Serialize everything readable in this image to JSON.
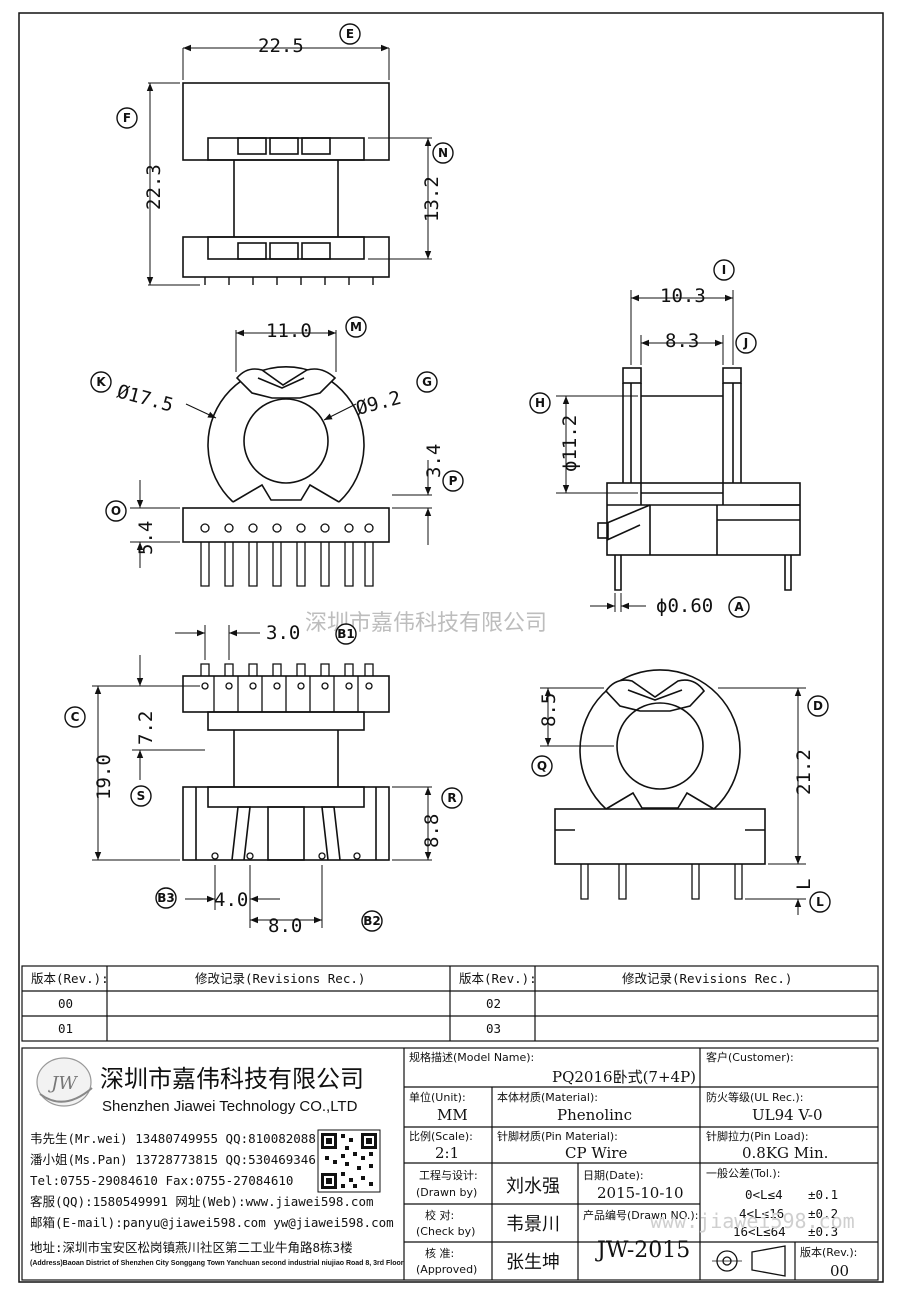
{
  "views": {
    "front": {
      "width": "22.5",
      "height": "22.3",
      "inner": "13.2",
      "callouts": {
        "width": "E",
        "height": "F",
        "inner": "N"
      }
    },
    "end": {
      "width": "11.0",
      "outer_dia": "Ø17.5",
      "inner_dia": "Ø9.2",
      "h1": "3.4",
      "h2": "5.4",
      "callouts": {
        "width": "M",
        "outer": "K",
        "inner": "G",
        "h1": "P",
        "h2": "O"
      }
    },
    "side": {
      "outer": "10.3",
      "inner": "8.3",
      "dia": "ϕ11.2",
      "pin": "ϕ0.60",
      "callouts": {
        "outer": "I",
        "inner": "J",
        "dia": "H",
        "pin": "A"
      }
    },
    "bottom": {
      "pitch": "3.0",
      "c1": "7.2",
      "overall": "19.0",
      "c2": "8.8",
      "b3": "4.0",
      "b2": "8.0",
      "callouts": {
        "pitch": "B1",
        "overall": "C",
        "c1": "S",
        "c2": "R",
        "b3": "B3",
        "b2": "B2"
      }
    },
    "end2": {
      "top": "8.5",
      "height": "21.2",
      "pin": "L",
      "callouts": {
        "top": "Q",
        "height": "D",
        "pin": "L"
      }
    }
  },
  "watermark": "深圳市嘉伟科技有限公司",
  "revisions": {
    "headers": {
      "rev": "版本(Rev.):",
      "rec": "修改记录(Revisions Rec.)"
    },
    "rows": [
      [
        "00",
        "",
        "02",
        ""
      ],
      [
        "01",
        "",
        "03",
        ""
      ]
    ]
  },
  "company": {
    "logo_text": "JW",
    "name_cn": "深圳市嘉伟科技有限公司",
    "name_en": "Shenzhen Jiawei Technology CO.,LTD",
    "contacts": [
      "韦先生(Mr.wei) 13480749955 QQ:810082088",
      "潘小姐(Ms.Pan) 13728773815 QQ:530469346",
      "Tel:0755-29084610      Fax:0755-27084610",
      "客服(QQ):1580549991   网址(Web):www.jiawei598.com",
      "邮箱(E-mail):panyu@jiawei598.com  yw@jiawei598.com"
    ],
    "address_cn": "地址:深圳市宝安区松岗镇燕川社区第二工业牛角路8栋3楼",
    "address_en": "(Address)Baoan District of Shenzhen City Songgang Town Yanchuan  second industrial niujiao Road 8, 3rd Floor"
  },
  "specs": {
    "model_label": "规格描述(Model Name):",
    "model": "PQ2016卧式(7+4P)",
    "customer_label": "客户(Customer):",
    "customer": "",
    "unit_label": "单位(Unit):",
    "unit": "MM",
    "material_label": "本体材质(Material):",
    "material": "Phenolinc",
    "ul_label": "防火等级(UL Rec.):",
    "ul": "UL94 V-0",
    "scale_label": "比例(Scale):",
    "scale": "2:1",
    "pin_material_label": "针脚材质(Pin Material):",
    "pin_material": "CP Wire",
    "pin_load_label": "针脚拉力(Pin Load):",
    "pin_load": "0.8KG Min.",
    "drawn_label": "工程与设计:",
    "drawn_label_en": "(Drawn by)",
    "drawn": "刘水强",
    "date_label": "日期(Date):",
    "date": "2015-10-10",
    "tol_label": "一般公差(Tol.):",
    "tol": [
      [
        "0<L≤4",
        "±0.1"
      ],
      [
        "4<L≤16",
        "±0.2"
      ],
      [
        "16<L≤64",
        "±0.3"
      ]
    ],
    "check_label": "校  对:",
    "check_label_en": "(Check by)",
    "check": "韦景川",
    "drawn_no_label": "产品编号(Drawn NO.):",
    "drawn_no": "JW-2015",
    "approved_label": "核  准:",
    "approved_label_en": "(Approved)",
    "approved": "张生坤",
    "rev_label": "版本(Rev.):",
    "rev": "00",
    "web_watermark": "www.jiawei598.com"
  }
}
